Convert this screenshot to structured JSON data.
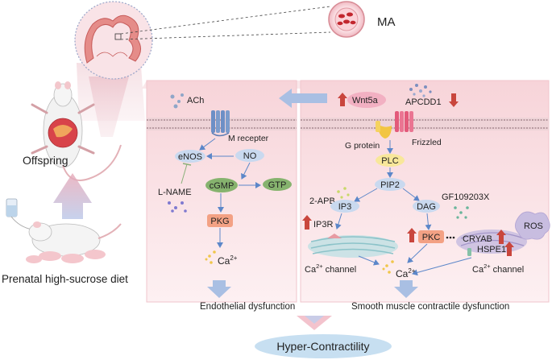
{
  "labels": {
    "ma": "MA",
    "offspring": "Offspring",
    "prenatal": "Prenatal high-sucrose diet",
    "ach": "ACh",
    "m_receptor": "M recepter",
    "enos": "eNOS",
    "no": "NO",
    "l_name": "L-NAME",
    "cgmp": "cGMP",
    "gtp": "GTP",
    "pkg": "PKG",
    "ca": "Ca",
    "ca_sup": "2+",
    "channel": " channel",
    "endothelial": "Endothelial dysfunction",
    "wnt5a": "Wnt5a",
    "apcdd1": "APCDD1",
    "g_protein": "G protein",
    "frizzled": "Frizzled",
    "plc": "PLC",
    "pip2": "PIP2",
    "two_apb": "2-APB",
    "ip3": "IP3",
    "dag": "DAG",
    "gf": "GF109203X",
    "ip3r": "IP3R",
    "pkc": "PKC",
    "cryab": "CRYAB",
    "hspe1": "HSPE1",
    "ros": "ROS",
    "smooth": "Smooth muscle contractile dysfunction",
    "hyper": "Hyper-Contractility"
  },
  "colors": {
    "pink_panel": "#fbe3e6",
    "membrane": "#c9a7ad",
    "up_arrow": "#c9463d",
    "blue_arrow": "#5c87c9",
    "node_blue": "#c9d9ef",
    "node_green": "#86b36e",
    "node_orange": "#f3a184",
    "node_yellow": "#f8e79a",
    "hyper_fill": "#c7dff1"
  }
}
